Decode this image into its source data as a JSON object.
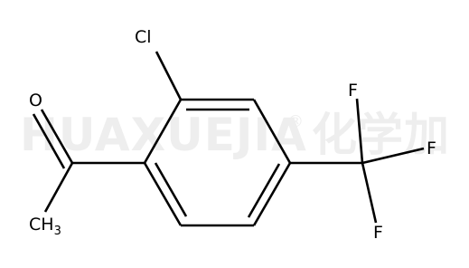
{
  "watermark": {
    "text": "HUAXUEJIA",
    "registered": "®",
    "chinese": "化学加"
  },
  "atoms": {
    "oxygen": "O",
    "chlorine": "Cl",
    "methyl_c": "CH",
    "methyl_sub": "3",
    "fluorine_top": "F",
    "fluorine_right": "F",
    "fluorine_bottom": "F"
  },
  "colors": {
    "bond": "#000000",
    "watermark": "#eeeeee",
    "background": "#ffffff"
  }
}
